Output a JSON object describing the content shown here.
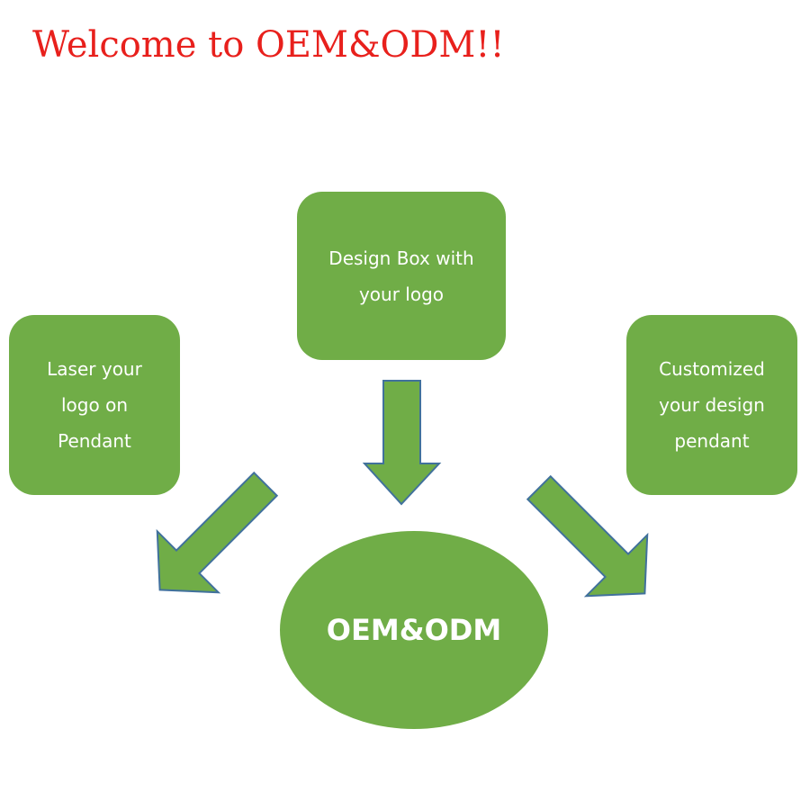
{
  "title": "Welcome to OEM&ODM!!",
  "nodes": {
    "left": "Laser your\nlogo on\nPendant",
    "top": "Design Box with\nyour logo",
    "right": "Customized\nyour design\npendant",
    "center": "OEM&ODM"
  },
  "colors": {
    "title": "#e8201c",
    "node_fill": "#70ad47",
    "arrow_outline": "#41719c",
    "text": "#ffffff"
  }
}
